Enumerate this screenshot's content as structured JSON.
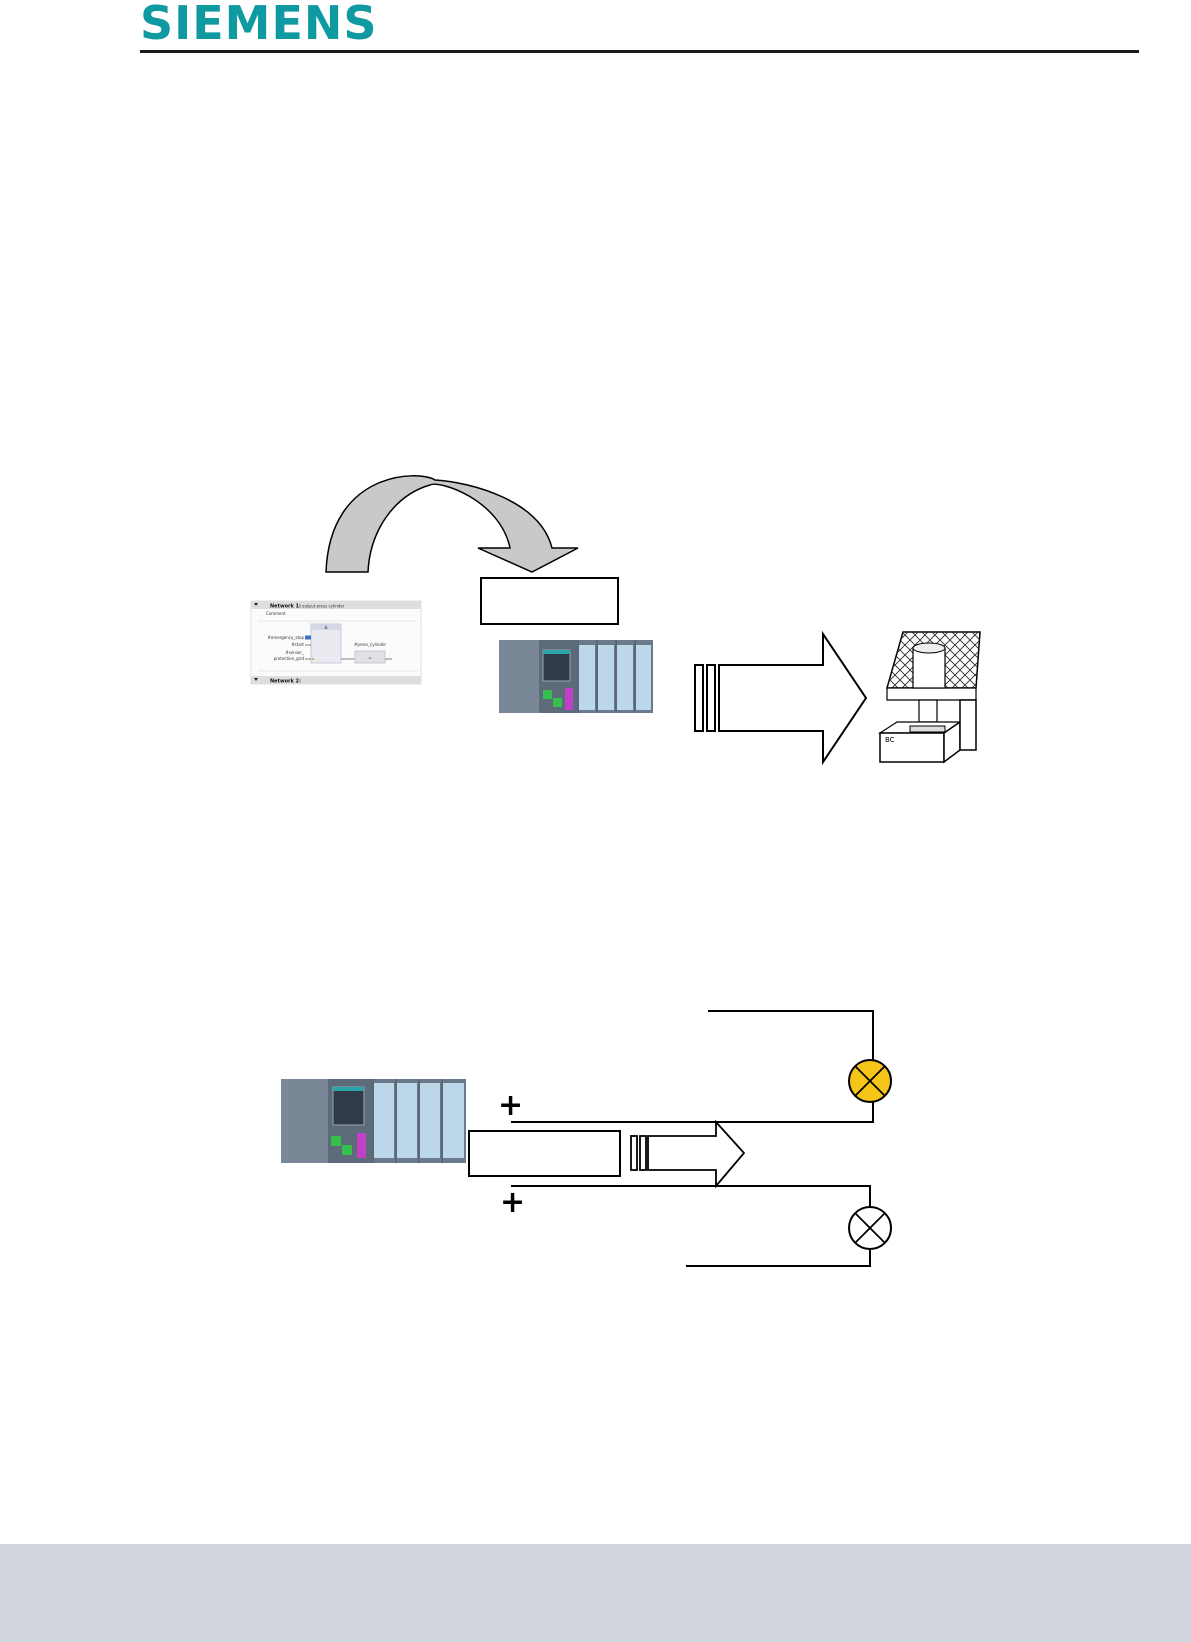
{
  "header": {
    "brand": "SIEMENS"
  },
  "ladder": {
    "network1_label": "Network 1:",
    "network1_title": "output press cylinder",
    "comment_label": "Comment",
    "block_label": "&",
    "input_1": "#emergency_stop",
    "input_2": "#start",
    "input_3a": "#sensor_",
    "input_3b": "protection_grid",
    "output_coil": "#press_cylinder",
    "coil_label": "=",
    "network2_label": "Network 2:"
  },
  "press": {
    "label": "BC"
  },
  "circuit": {
    "plus_top": "+",
    "plus_bottom": "+"
  },
  "colors": {
    "brand": "#0e9aa0",
    "lamp_on": "#f5c518",
    "plc_body": "#6b7a8a",
    "footer": "#d0d5dd"
  }
}
